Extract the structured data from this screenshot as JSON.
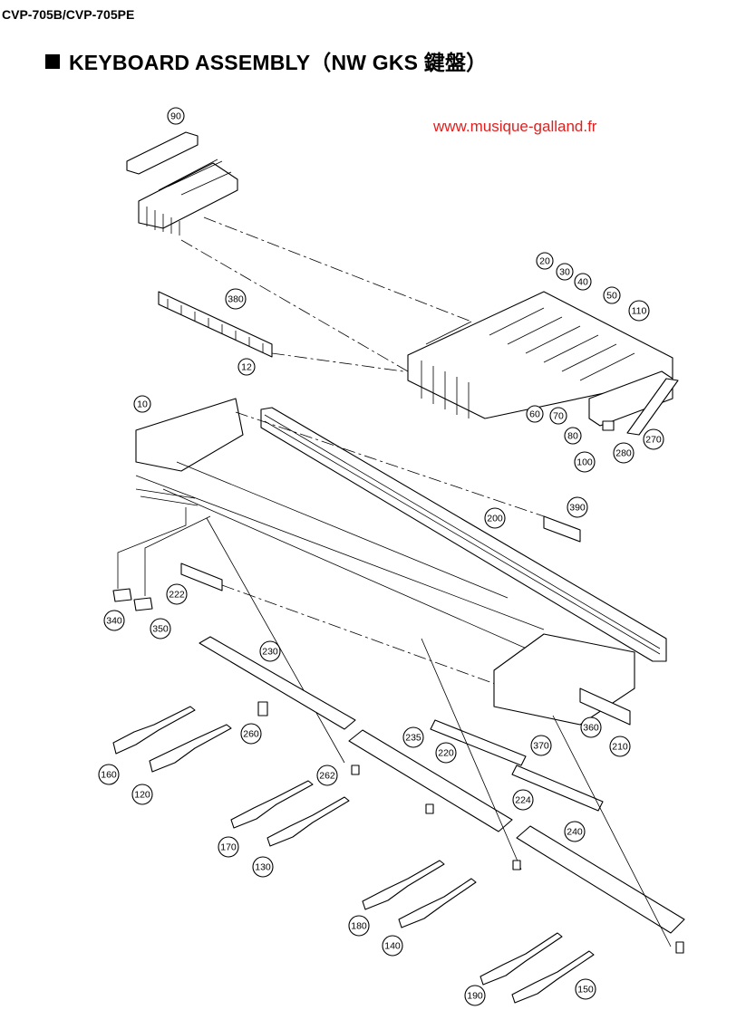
{
  "header": {
    "model": "CVP-705B/CVP-705PE",
    "title": "KEYBOARD ASSEMBLY（NW GKS 鍵盤）",
    "watermark": "www.musique-galland.fr"
  },
  "callouts": [
    "90",
    "20",
    "30",
    "40",
    "50",
    "110",
    "380",
    "12",
    "10",
    "60",
    "70",
    "80",
    "100",
    "280",
    "270",
    "390",
    "200",
    "340",
    "350",
    "222",
    "230",
    "260",
    "235",
    "220",
    "262",
    "160",
    "120",
    "170",
    "130",
    "224",
    "210",
    "370",
    "360",
    "240",
    "180",
    "140",
    "190",
    "150"
  ]
}
